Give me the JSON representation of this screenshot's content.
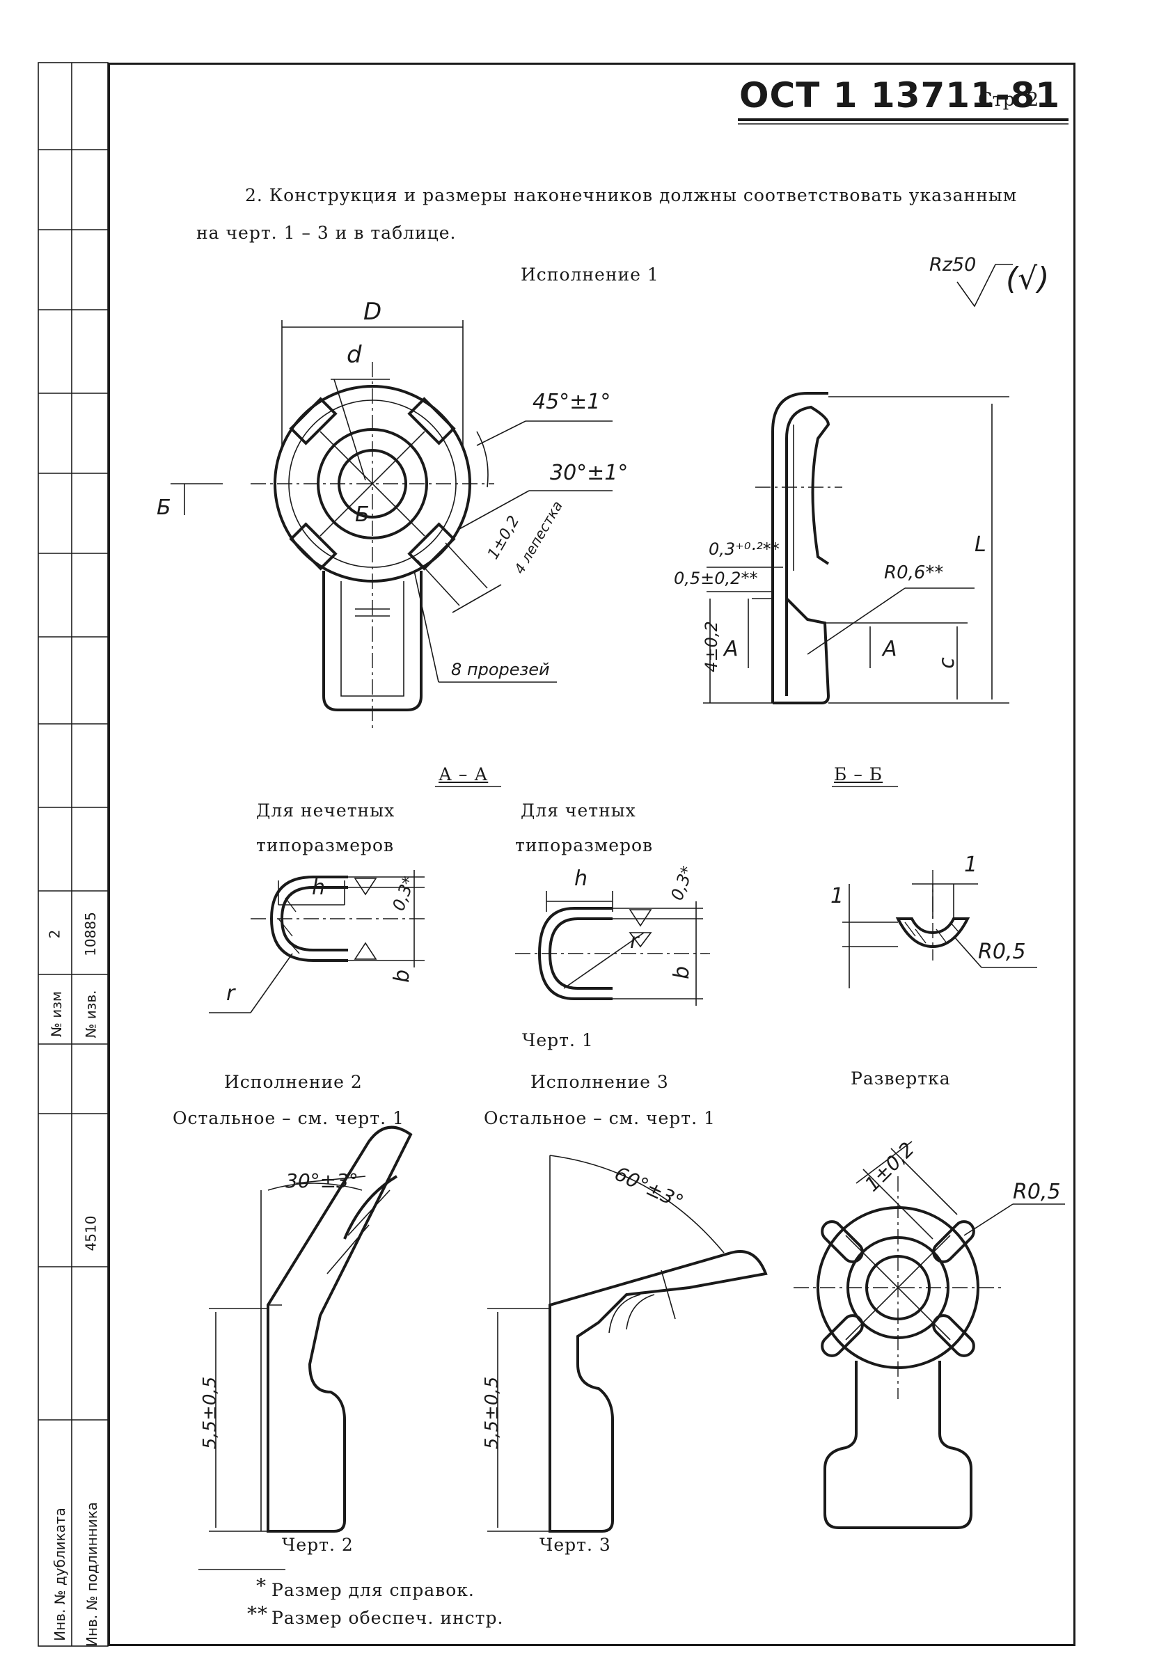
{
  "header": {
    "standard": "ОСТ 1 13711-81",
    "page": "Стр. 2"
  },
  "intro": {
    "line1": "2. Конструкция и размеры наконечников должны соответствовать указанным",
    "line2": "на черт. 1 – 3 и в таблице."
  },
  "roughness": {
    "value": "Rz50",
    "rest": "(√)"
  },
  "views": {
    "execution1": "Исполнение 1",
    "execution2": "Исполнение 2",
    "execution3": "Исполнение 3",
    "rest_note": "Остальное – см. черт. 1",
    "section_aa": "А – А",
    "section_bb": "Б – Б",
    "odd_line1": "Для нечетных",
    "odd_line2": "типоразмеров",
    "even_line1": "Для четных",
    "even_line2": "типоразмеров",
    "fig1": "Черт. 1",
    "fig2": "Черт. 2",
    "fig3": "Черт. 3",
    "development": "Развертка"
  },
  "dimensions": {
    "D": "D",
    "d": "d",
    "angle45": "45°±1°",
    "angle30": "30°±1°",
    "petal_w": "1±0,2",
    "petals": "4 лепестка",
    "slots": "8 прорезей",
    "B": "Б",
    "L": "L",
    "t1": "0,3⁺⁰·²**",
    "t2": "0,5±0,2**",
    "R06": "R0,6**",
    "h4": "4±0,2",
    "A": "А",
    "c": "c",
    "h": "h",
    "thick3": "0,3*",
    "r": "r",
    "b": "b",
    "one": "1",
    "R05": "R0,5",
    "angle30_3": "30°±3°",
    "angle60_3": "60°±3°",
    "h55": "5,5±0,5"
  },
  "footnotes": {
    "ref": "Размер для справок.",
    "tool": "Размер обеспеч. инстр.",
    "ref_mark": "*",
    "tool_mark": "**"
  },
  "stamp": {
    "change_no_label": "№ изм",
    "change_no": "2",
    "notice_no_label": "№ изв.",
    "notice_no": "10885",
    "dup_label": "Инв. № дубликата",
    "orig_label": "Инв. № подлинника",
    "orig_no": "4510"
  }
}
